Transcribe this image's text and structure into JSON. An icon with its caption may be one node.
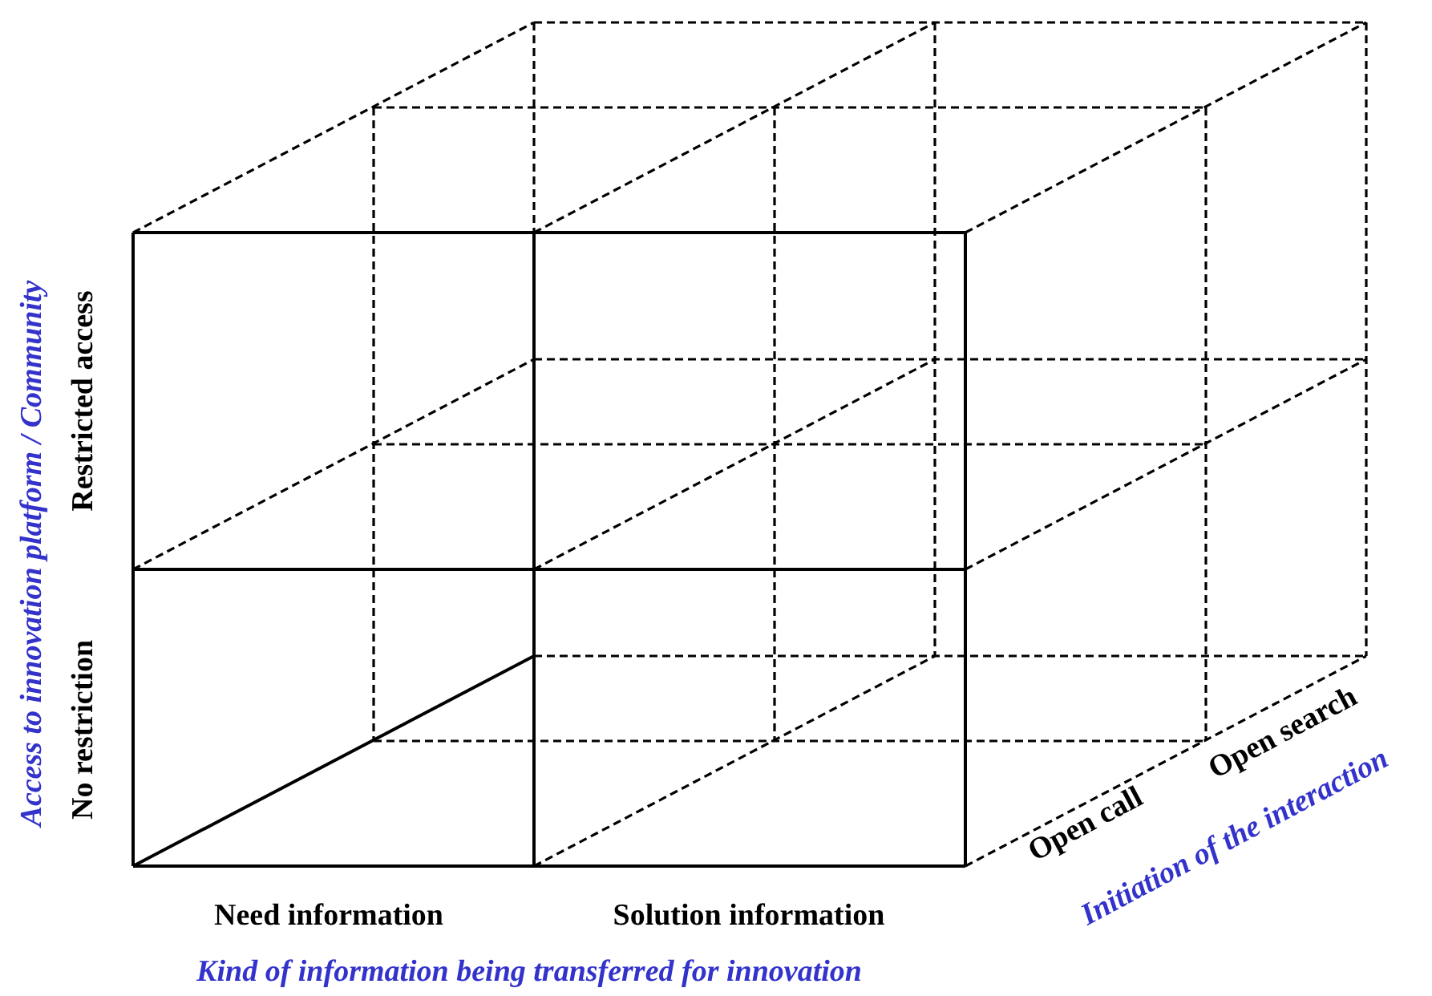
{
  "diagram": {
    "labels": [
      "Access to innovation platform / Community",
      "Restricted access",
      "No restriction",
      "Need information",
      "Solution information",
      "Open call",
      "Open search",
      "Initiation of the interaction",
      "Kind of information being transferred for innovation"
    ]
  }
}
